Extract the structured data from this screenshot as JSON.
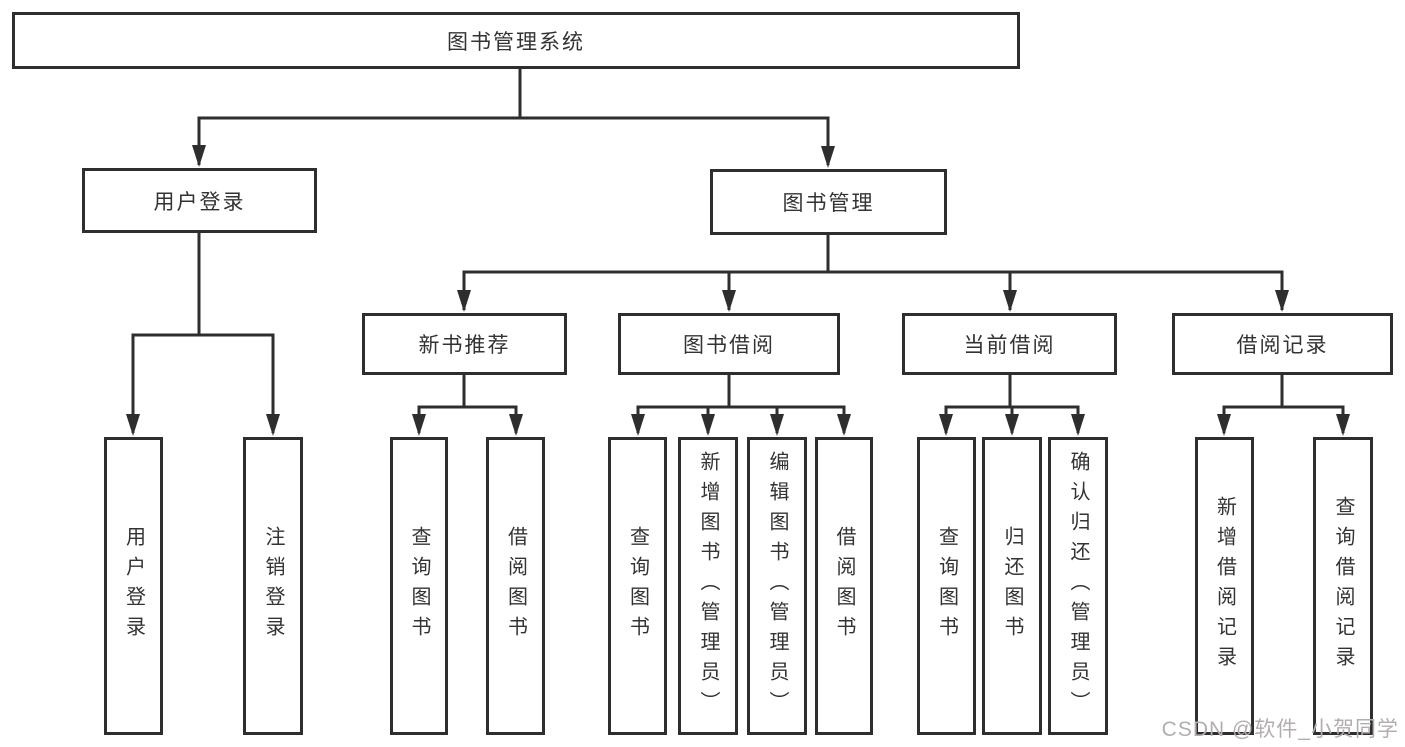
{
  "diagram_title": "图书管理系统",
  "nodes": {
    "root": {
      "label": "图书管理系统"
    },
    "user_login": {
      "label": "用户登录"
    },
    "book_manage": {
      "label": "图书管理"
    },
    "new_book_recommend": {
      "label": "新书推荐"
    },
    "book_borrow": {
      "label": "图书借阅"
    },
    "current_borrow": {
      "label": "当前借阅"
    },
    "borrow_record": {
      "label": "借阅记录"
    },
    "leaf_user_login": {
      "label": "用户登录"
    },
    "leaf_logout": {
      "label": "注销登录"
    },
    "leaf_query_book_recommend": {
      "label": "查询图书"
    },
    "leaf_borrow_book_recommend": {
      "label": "借阅图书"
    },
    "leaf_query_book_borrow": {
      "label": "查询图书"
    },
    "leaf_add_book": {
      "label": "新增图书（管理员）"
    },
    "leaf_edit_book": {
      "label": "编辑图书（管理员）"
    },
    "leaf_borrow_book_borrow": {
      "label": "借阅图书"
    },
    "leaf_query_book_current": {
      "label": "查询图书"
    },
    "leaf_return_book": {
      "label": "归还图书"
    },
    "leaf_confirm_return": {
      "label": "确认归还（管理员）"
    },
    "leaf_add_borrow_record": {
      "label": "新增借阅记录"
    },
    "leaf_query_borrow_record": {
      "label": "查询借阅记录"
    }
  },
  "edges": [
    [
      "root",
      "user_login"
    ],
    [
      "root",
      "book_manage"
    ],
    [
      "user_login",
      "leaf_user_login"
    ],
    [
      "user_login",
      "leaf_logout"
    ],
    [
      "book_manage",
      "new_book_recommend"
    ],
    [
      "book_manage",
      "book_borrow"
    ],
    [
      "book_manage",
      "current_borrow"
    ],
    [
      "book_manage",
      "borrow_record"
    ],
    [
      "new_book_recommend",
      "leaf_query_book_recommend"
    ],
    [
      "new_book_recommend",
      "leaf_borrow_book_recommend"
    ],
    [
      "book_borrow",
      "leaf_query_book_borrow"
    ],
    [
      "book_borrow",
      "leaf_add_book"
    ],
    [
      "book_borrow",
      "leaf_edit_book"
    ],
    [
      "book_borrow",
      "leaf_borrow_book_borrow"
    ],
    [
      "current_borrow",
      "leaf_query_book_current"
    ],
    [
      "current_borrow",
      "leaf_return_book"
    ],
    [
      "current_borrow",
      "leaf_confirm_return"
    ],
    [
      "borrow_record",
      "leaf_add_borrow_record"
    ],
    [
      "borrow_record",
      "leaf_query_borrow_record"
    ]
  ],
  "watermark": {
    "text": "CSDN @软件_小贺同学"
  },
  "colors": {
    "line": "#2e2e2e",
    "text": "#333333",
    "box_background": "#ffffff",
    "background": "#ffffff",
    "watermark": "#b2aeae"
  }
}
